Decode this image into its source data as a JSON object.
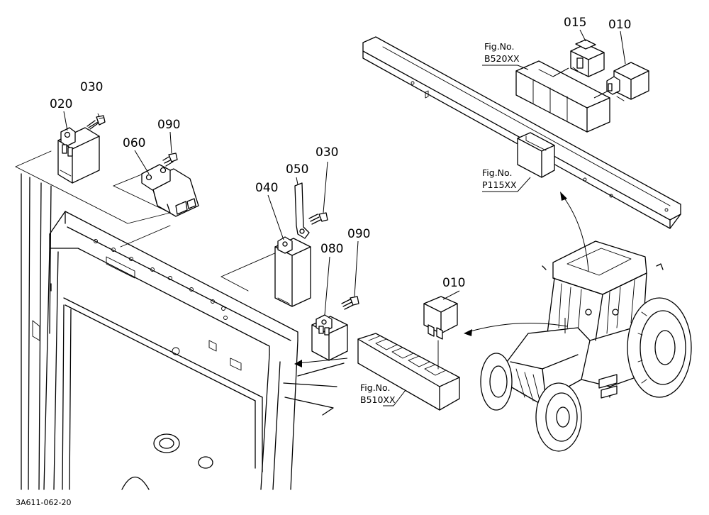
{
  "part_labels": [
    {
      "id": "p030a",
      "text": "030"
    },
    {
      "id": "p020",
      "text": "020"
    },
    {
      "id": "p090a",
      "text": "090"
    },
    {
      "id": "p060",
      "text": "060"
    },
    {
      "id": "p050",
      "text": "050"
    },
    {
      "id": "p030b",
      "text": "030"
    },
    {
      "id": "p040",
      "text": "040"
    },
    {
      "id": "p090b",
      "text": "090"
    },
    {
      "id": "p080",
      "text": "080"
    },
    {
      "id": "p010a",
      "text": "010"
    },
    {
      "id": "p015",
      "text": "015"
    },
    {
      "id": "p010b",
      "text": "010"
    }
  ],
  "figure_refs": [
    {
      "id": "b520",
      "title": "Fig.No.",
      "code": "B520XX"
    },
    {
      "id": "p115",
      "title": "Fig.No.",
      "code": "P115XX"
    },
    {
      "id": "b510",
      "title": "Fig.No.",
      "code": "B510XX"
    }
  ],
  "drawing_code": "3A611-062-20"
}
